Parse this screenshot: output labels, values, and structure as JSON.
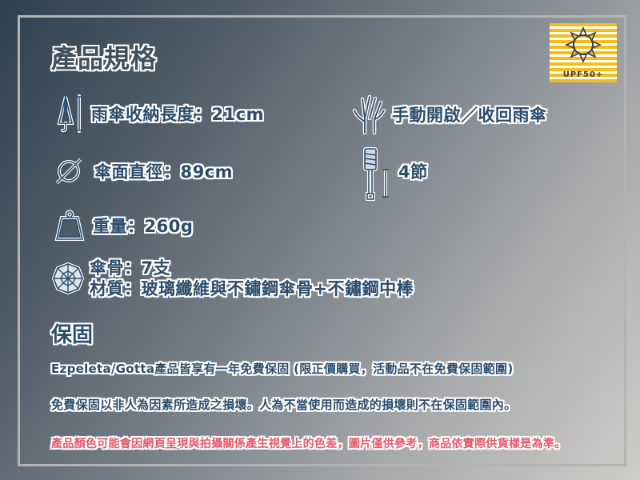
{
  "header": {
    "title": "產品規格",
    "badge_label": "UPF50+"
  },
  "colors": {
    "text_navy": "#2c4d6c",
    "text_pink": "#e35b6d",
    "badge_yellow": "#f6bd16",
    "frame": "#b3b3b3"
  },
  "specs": {
    "folded_length": "雨傘收納長度：21cm",
    "operation": "手動開啟／收回雨傘",
    "diameter": "傘面直徑：89cm",
    "sections": "4節",
    "weight": "重量：260g",
    "ribs": "傘骨：7支",
    "material": "材質：玻璃纖維與不鏽鋼傘骨+不鏽鋼中棒"
  },
  "warranty": {
    "title": "保固",
    "line1": "Ezpeleta/Gotta產品皆享有一年免費保固 (限正價購買，活動品不在免費保固範圍)",
    "line2": "免費保固以非人為因素所造成之損壞。人為不當使用而造成的損壞則不在保固範圍內。"
  },
  "disclaimer": "產品顏色可能會因網頁呈現與拍攝關係產生視覺上的色差，圖片僅供參考，商品依實際供貨樣是為準。"
}
